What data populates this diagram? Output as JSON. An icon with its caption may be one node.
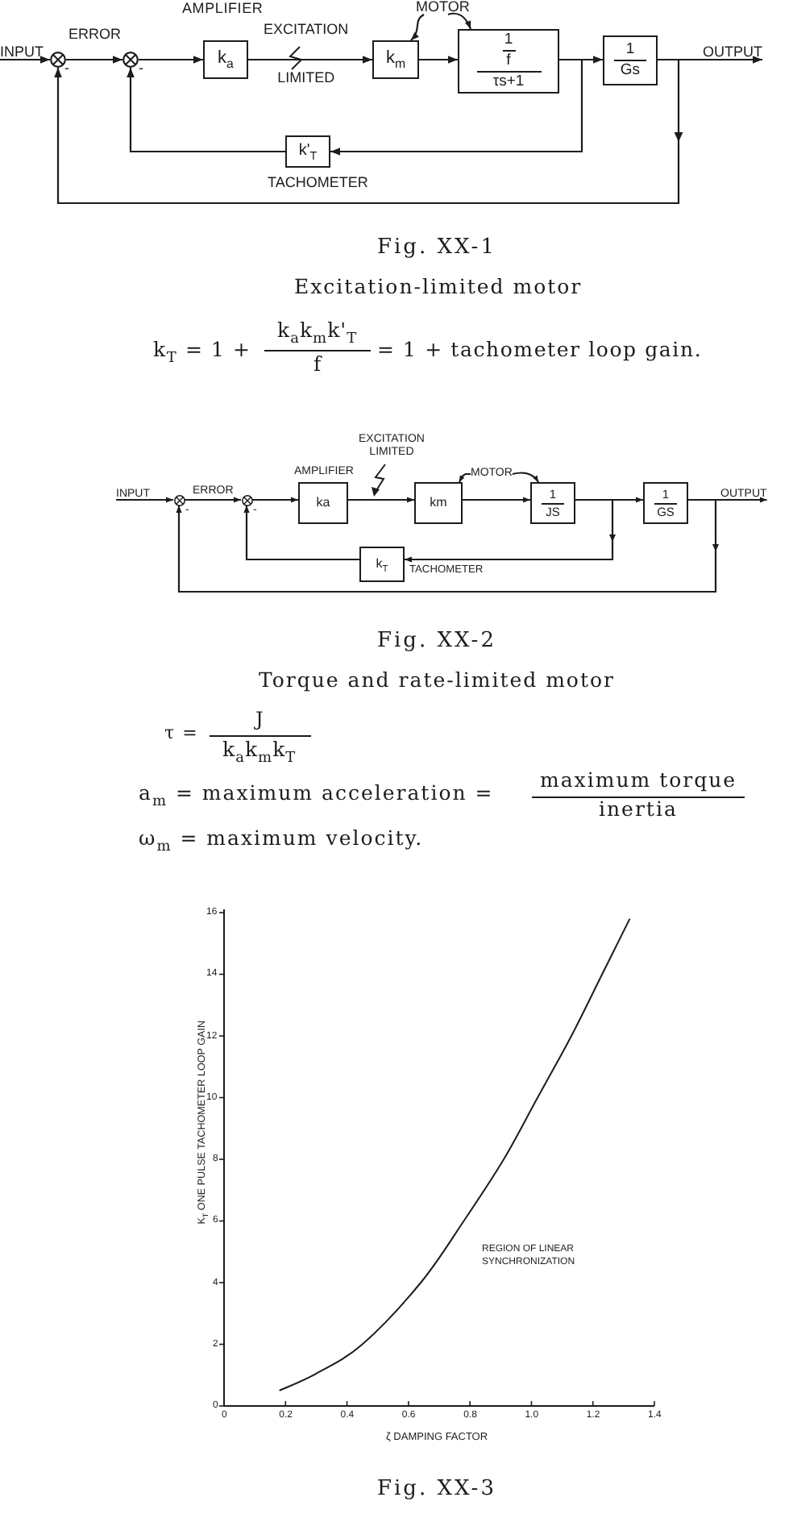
{
  "diagram": {
    "nodes": [
      {
        "text": [
          "INPUT"
        ]
      },
      {
        "text": [],
        "shape": "circle",
        "beside": [
          "-"
        ]
      },
      {
        "text": [],
        "shape": "circle",
        "beside": [
          "-"
        ]
      },
      {
        "text": [
          "k$_{a}$"
        ],
        "beside": [
          "AMPLIFIER"
        ]
      },
      {
        "text": [
          "MOTOR"
        ]
      },
      {
        "text": [
          "k$_{m}$"
        ]
      },
      {
        "text": [
          "1",
          "f",
          "τs+1"
        ]
      },
      {
        "text": [
          "1",
          "Gs"
        ]
      },
      {
        "text": [
          "OUTPUT"
        ]
      },
      {
        "text": [
          "k'$_{T}$"
        ],
        "beside": [
          "TACHOMETER"
        ]
      },
      {
        "text": [
          "INPUT"
        ]
      },
      {
        "text": [],
        "shape": "circle",
        "beside": [
          "-"
        ]
      },
      {
        "text": [],
        "shape": "circle",
        "beside": [
          "-"
        ]
      },
      {
        "text": [
          "ka"
        ],
        "beside": [
          "AMPLIFIER"
        ]
      },
      {
        "text": [
          "MOTOR"
        ]
      },
      {
        "text": [
          "km"
        ]
      },
      {
        "text": [
          "1",
          "JS"
        ]
      },
      {
        "text": [
          "1",
          "GS"
        ]
      },
      {
        "text": [
          "OUTPUT"
        ]
      },
      {
        "text": [
          "k$_{T}$"
        ],
        "beside": [
          "TACHOMETER"
        ]
      }
    ],
    "edges": [
      {
        "from": 0,
        "to": 1,
        "arrow": "to"
      },
      {
        "from": 1,
        "to": 2,
        "arrow": "to",
        "label": "ERROR"
      },
      {
        "from": 2,
        "to": 3,
        "arrow": "to"
      },
      {
        "from": 3,
        "to": 5,
        "arrow": "to",
        "label": "EXCITATION LIMITED"
      },
      {
        "from": 5,
        "to": 6,
        "arrow": "to"
      },
      {
        "from": 6,
        "to": 7,
        "arrow": "to"
      },
      {
        "from": 6,
        "to": 9,
        "arrow": "to"
      },
      {
        "from": 9,
        "to": 2,
        "arrow": "to"
      },
      {
        "from": 7,
        "to": 8,
        "arrow": "to"
      },
      {
        "from": 7,
        "to": 1,
        "arrow": "to"
      },
      {
        "from": 4,
        "to": 5,
        "arrow": "to"
      },
      {
        "from": 4,
        "to": 6,
        "arrow": "to"
      },
      {
        "from": 10,
        "to": 11,
        "arrow": "to"
      },
      {
        "from": 11,
        "to": 12,
        "arrow": "to",
        "label": "ERROR"
      },
      {
        "from": 12,
        "to": 13,
        "arrow": "to"
      },
      {
        "from": 13,
        "to": 15,
        "arrow": "to",
        "label": "EXCITATION LIMITED"
      },
      {
        "from": 15,
        "to": 16,
        "arrow": "to"
      },
      {
        "from": 16,
        "to": 17,
        "arrow": "to"
      },
      {
        "from": 16,
        "to": 19,
        "arrow": "to"
      },
      {
        "from": 19,
        "to": 12,
        "arrow": "to"
      },
      {
        "from": 17,
        "to": 18,
        "arrow": "to"
      },
      {
        "from": 17,
        "to": 11,
        "arrow": "to"
      },
      {
        "from": 14,
        "to": 15,
        "arrow": "to"
      },
      {
        "from": 14,
        "to": 16,
        "arrow": "to"
      }
    ],
    "labels": [
      "Fig. XX-1",
      "Excitation-limited motor",
      "k$_{T}$ = 1 +",
      "k$_{a}$k$_{m}$k'$_{T}$",
      "f",
      "= 1 + tachometer loop gain.",
      "Fig. XX-2",
      "Torque and rate-limited motor",
      "τ =",
      "J",
      "k$_{a}$k$_{m}$k$_{T}$",
      "a$_{m}$ = maximum acceleration =",
      "maximum torque",
      "inertia",
      "ω$_{m}$ = maximum velocity.",
      "Fig. XX-3"
    ],
    "chart_data": {
      "type": "line",
      "xlabel": "ζ DAMPING FACTOR",
      "ylabel": "K$_{T}$ ONE PULSE TACHOMETER LOOP GAIN",
      "x": [
        0.18,
        0.3,
        0.45,
        0.64,
        0.78,
        0.91,
        1.02,
        1.13,
        1.23,
        1.32
      ],
      "series": [
        {
          "values": [
            0.5,
            1.05,
            2,
            4,
            6,
            8,
            10,
            12,
            14,
            15.8
          ]
        }
      ],
      "xlim": [
        0,
        1.4
      ],
      "ylim": [
        0,
        16
      ],
      "xticks": [
        {
          "value": 0,
          "label": "0"
        },
        {
          "value": 0.2,
          "label": "0.2"
        },
        {
          "value": 0.4,
          "label": "0.4"
        },
        {
          "value": 0.6,
          "label": "0.6"
        },
        {
          "value": 0.8,
          "label": "0.8"
        },
        {
          "value": 1.0,
          "label": "1.0"
        },
        {
          "value": 1.2,
          "label": "1.2"
        },
        {
          "value": 1.4,
          "label": "1.4"
        }
      ],
      "yticks": [
        0,
        2,
        4,
        6,
        8,
        10,
        12,
        14,
        16
      ],
      "annotations": [
        "REGION OF LINEAR SYNCHRONIZATION"
      ]
    }
  }
}
